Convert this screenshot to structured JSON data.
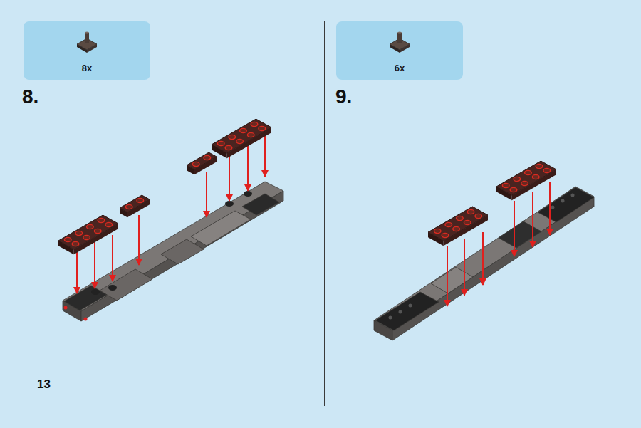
{
  "diagram": {
    "nodes": [
      {
        "text": [
          "8x"
        ]
      },
      {
        "text": [
          "6x"
        ]
      }
    ],
    "edges": [],
    "labels": [
      "8.",
      "9.",
      "13"
    ]
  }
}
